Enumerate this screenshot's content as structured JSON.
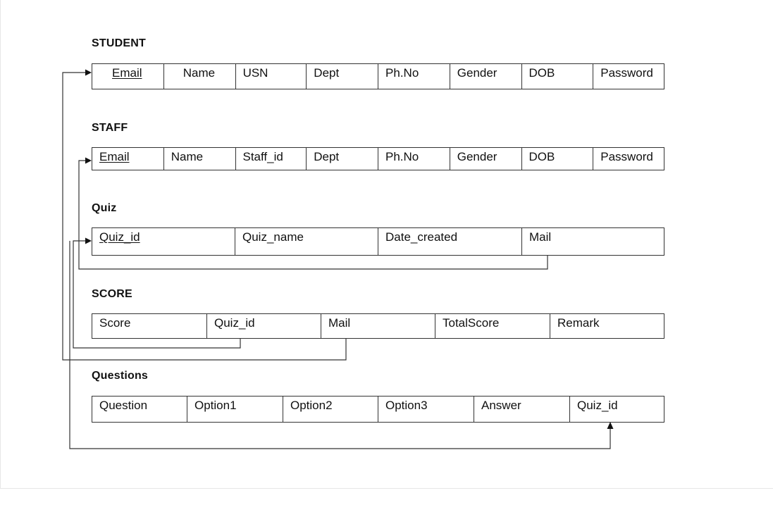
{
  "tables": {
    "student": {
      "title": "STUDENT",
      "columns": [
        "Email",
        "Name",
        "USN",
        "Dept",
        "Ph.No",
        "Gender",
        "DOB",
        "Password"
      ]
    },
    "staff": {
      "title": "STAFF",
      "columns": [
        "Email",
        "Name",
        "Staff_id",
        "Dept",
        "Ph.No",
        "Gender",
        "DOB",
        "Password"
      ]
    },
    "quiz": {
      "title": "Quiz",
      "columns": [
        "Quiz_id",
        "Quiz_name",
        "Date_created",
        "Mail"
      ]
    },
    "score": {
      "title": "SCORE",
      "columns": [
        "Score",
        "Quiz_id",
        "Mail",
        "TotalScore",
        "Remark"
      ]
    },
    "questions": {
      "title": "Questions",
      "columns": [
        "Question",
        "Option1",
        "Option2",
        "Option3",
        "Answer",
        "Quiz_id"
      ]
    }
  },
  "primary_keys": [
    "student.Email",
    "staff.Email",
    "quiz.Quiz_id"
  ]
}
